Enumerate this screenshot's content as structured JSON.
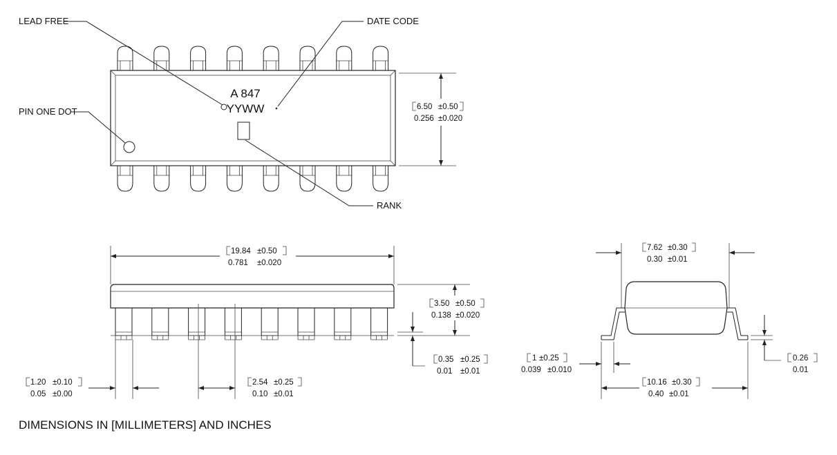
{
  "top_view": {
    "callouts": {
      "lead_free": "LEAD FREE",
      "date_code": "DATE CODE",
      "pin_one_dot": "PIN ONE DOT",
      "rank": "RANK"
    },
    "marking": {
      "part": "A 847",
      "date": "YYWW"
    },
    "dimensions": {
      "width": {
        "mm": "6.50",
        "mm_tol": "±0.50",
        "in": "0.256",
        "in_tol": "±0.020"
      }
    }
  },
  "side_view": {
    "dimensions": {
      "length": {
        "mm": "19.84",
        "mm_tol": "±0.50",
        "in": "0.781",
        "in_tol": "±0.020"
      },
      "height": {
        "mm": "3.50",
        "mm_tol": "±0.50",
        "in": "0.138",
        "in_tol": "±0.020"
      },
      "standoff": {
        "mm": "0.35",
        "mm_tol": "±0.25",
        "in": "0.01",
        "in_tol": "±0.01"
      },
      "lead_width": {
        "mm": "1.20",
        "mm_tol": "±0.10",
        "in": "0.05",
        "in_tol": "±0.00"
      },
      "pitch": {
        "mm": "2.54",
        "mm_tol": "±0.25",
        "in": "0.10",
        "in_tol": "±0.01"
      }
    }
  },
  "end_view": {
    "dimensions": {
      "body_width": {
        "mm": "7.62",
        "mm_tol": "±0.30",
        "in": "0.30",
        "in_tol": "±0.01"
      },
      "foot_length": {
        "mm": "1",
        "mm_tol": "±0.25",
        "in": "0.039",
        "in_tol": "±0.010"
      },
      "overall_width": {
        "mm": "10.16",
        "mm_tol": "±0.30",
        "in": "0.40",
        "in_tol": "±0.01"
      },
      "lead_thickness": {
        "mm": "0.26",
        "mm_tol": "",
        "in": "0.01",
        "in_tol": ""
      }
    }
  },
  "footer": "DIMENSIONS IN [MILLIMETERS] AND INCHES"
}
